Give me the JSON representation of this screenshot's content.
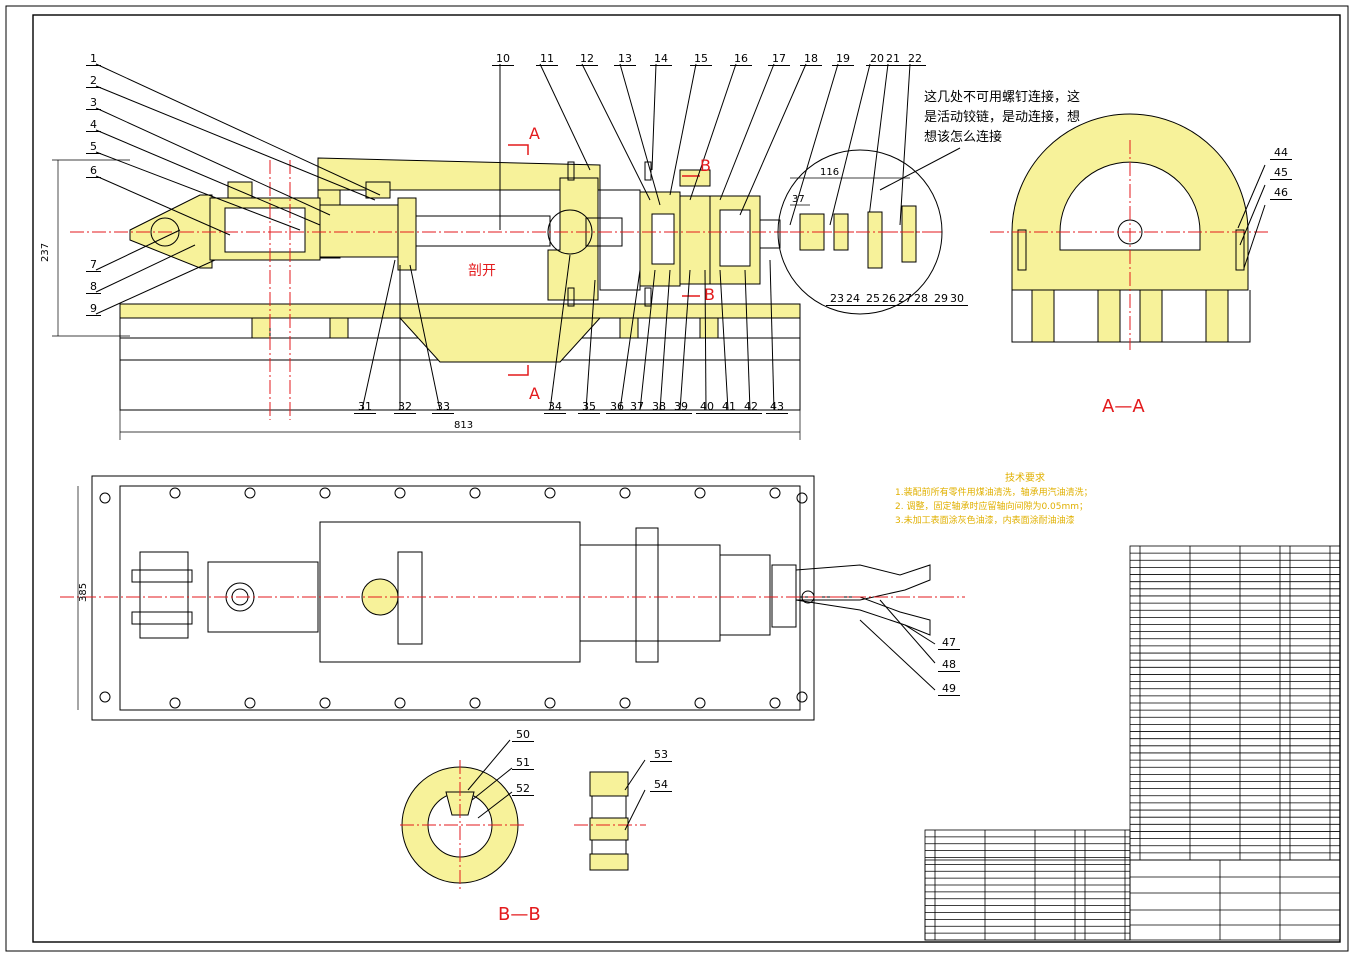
{
  "note": {
    "lines": [
      "这几处不可用螺钉连接，这",
      "是活动铰链，是动连接，想",
      "想该怎么连接"
    ]
  },
  "labels": {
    "section_cut": "剖开",
    "section_aa": "A—A",
    "section_bb": "B—B",
    "a_marker": "A",
    "b_marker": "B"
  },
  "dimensions": {
    "height_left": "237",
    "length_bottom": "813",
    "width_plan": "385",
    "detail_116": "116",
    "detail_37": "37"
  },
  "tech_requirements": {
    "title": "技术要求",
    "items": [
      "1.装配前所有零件用煤油清洗，轴承用汽油清洗；",
      "2. 调整，固定轴承时应留轴向间隙为0.05mm；",
      "3.未加工表面涂灰色油漆，内表面涂耐油油漆"
    ]
  },
  "part_numbers_top": [
    "10",
    "11",
    "12",
    "13",
    "14",
    "15",
    "16",
    "17",
    "18",
    "19",
    "20",
    "21",
    "22"
  ],
  "part_numbers_left": [
    "1",
    "2",
    "3",
    "4",
    "5",
    "6",
    "7",
    "8",
    "9"
  ],
  "part_numbers_bottom": [
    "31",
    "32",
    "33",
    "34",
    "35",
    "36",
    "37",
    "38",
    "39",
    "40",
    "41",
    "42",
    "43"
  ],
  "part_numbers_detail": [
    "23",
    "24",
    "25",
    "26",
    "27",
    "28",
    "29",
    "30"
  ],
  "part_numbers_right": [
    "44",
    "45",
    "46"
  ],
  "part_numbers_gripper": [
    "47",
    "48",
    "49"
  ],
  "part_numbers_bb": [
    "50",
    "51",
    "52"
  ],
  "part_numbers_misc": [
    "53",
    "54"
  ]
}
